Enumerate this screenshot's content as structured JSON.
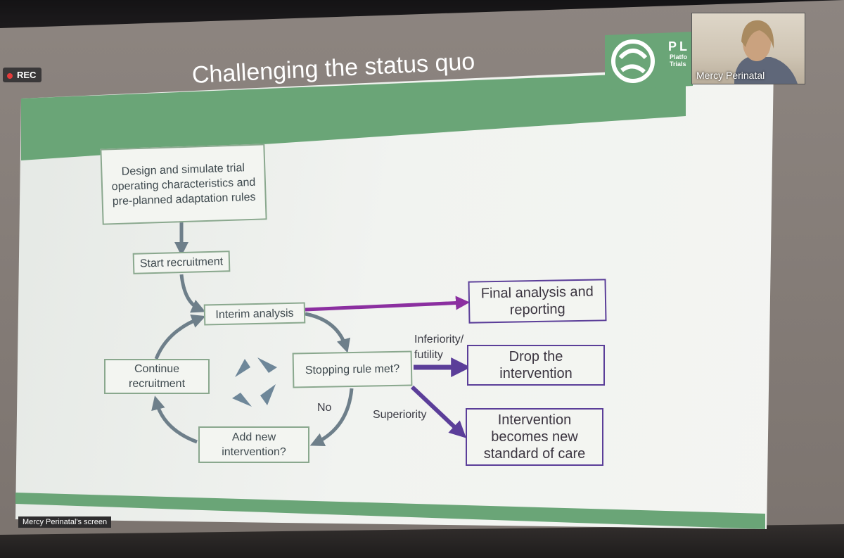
{
  "recording": {
    "label": "REC"
  },
  "slide": {
    "title": "Challenging the status quo",
    "logo_text": "PL",
    "logo_sub1": "Platfo",
    "logo_sub2": "Trials"
  },
  "flowchart": {
    "design": [
      "Design and simulate trial",
      "operating characteristics and",
      "pre-planned adaptation rules"
    ],
    "start_recruitment": "Start recruitment",
    "interim_analysis": "Interim analysis",
    "stopping_rule": "Stopping rule met?",
    "continue": [
      "Continue",
      "recruitment"
    ],
    "add_new": [
      "Add new",
      "intervention?"
    ],
    "no_label": "No",
    "final": [
      "Final analysis and",
      "reporting"
    ],
    "drop": [
      "Drop the",
      "intervention"
    ],
    "becomes": [
      "Intervention",
      "becomes new",
      "standard of care"
    ],
    "inferiority": [
      "Inferiority/",
      "futility"
    ],
    "superiority": "Superiority"
  },
  "participant": {
    "name": "Mercy Perinatal"
  },
  "share": {
    "label": "Mercy Perinatal's screen"
  },
  "colors": {
    "green": "#6aa577",
    "purple": "#5b3e99",
    "grey_arrow": "#6e7f8a"
  }
}
